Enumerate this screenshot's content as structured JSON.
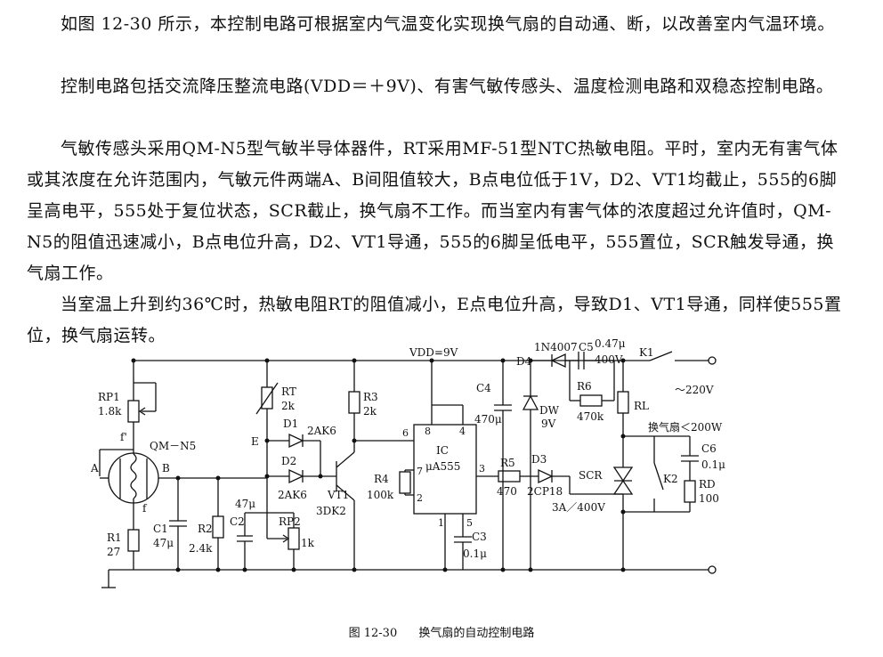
{
  "text": {
    "p1": "如图 12-30 所示，本控制电路可根据室内气温变化实现换气扇的自动通、断，以改善室内气温环境。",
    "p2": "控制电路包括交流降压整流电路(VDD＝＋9V)、有害气敏传感头、温度检测电路和双稳态控制电路。",
    "p3": "气敏传感头采用QM-N5型气敏半导体器件，RT采用MF-51型NTC热敏电阻。平时，室内无有害气体或其浓度在允许范围内，气敏元件两端A、B间阻值较大，B点电位低于1V，D2、VT1均截止，555的6脚呈高电平，555处于复位状态，SCR截止，换气扇不工作。而当室内有害气体的浓度超过允许值时，QM-N5的阻值迅速减小，B点电位升高，D2、VT1导通，555的6脚呈低电平，555置位，SCR触发导通，换气扇工作。",
    "p4": "当室温上升到约36℃时，热敏电阻RT的阻值减小，E点电位升高，导致D1、VT1导通，同样使555置位，换气扇运转。"
  },
  "figure": {
    "number": "图 12-30",
    "title": "换气扇的自动控制电路"
  },
  "labels": {
    "vdd": "VDD=9V",
    "rp1": "RP1",
    "rp1_val": "1.8k",
    "f_prime": "f'",
    "f": "f",
    "qm": "QM－N5",
    "A": "A",
    "B": "B",
    "r1": "R1",
    "r1_val": "27",
    "c1": "C1",
    "c1_val": "47μ",
    "r2": "R2",
    "r2_val": "2.4k",
    "rt": "RT",
    "rt_val": "2k",
    "E": "E",
    "d1": "D1",
    "d1_type": "2AK6",
    "d2": "D2",
    "d2_type": "2AK6",
    "c2": "C2",
    "c2_val": "47μ",
    "rp2": "RP2",
    "rp2_val": "1k",
    "vt1": "VT1",
    "vt1_type": "3DK2",
    "r3": "R3",
    "r3_val": "2k",
    "ic": "IC",
    "ic_type": "μA555",
    "pin8": "8",
    "pin4": "4",
    "pin6": "6",
    "pin7": "7",
    "pin2": "2",
    "pin3": "3",
    "pin1": "1",
    "pin5": "5",
    "r4": "R4",
    "r4_val": "100k",
    "c3": "C3",
    "c3_val": "0.1μ",
    "c4": "C4",
    "c4_val": "470μ",
    "dw": "DW",
    "dw_val": "9V",
    "d4": "D4",
    "d4_type": "1N4007",
    "c5": "C5",
    "c5_val1": "0.47μ",
    "c5_val2": "400V",
    "r6": "R6",
    "r6_val": "470k",
    "k1": "K1",
    "ac": "～220V",
    "rl": "RL",
    "fan": "换气扇＜200W",
    "c6": "C6",
    "c6_val": "0.1μ",
    "rd": "RD",
    "rd_val": "100",
    "k2": "K2",
    "r5": "R5",
    "r5_val": "470",
    "d3": "D3",
    "d3_type": "2CP18",
    "scr": "SCR",
    "scr_val": "3A／400V"
  }
}
